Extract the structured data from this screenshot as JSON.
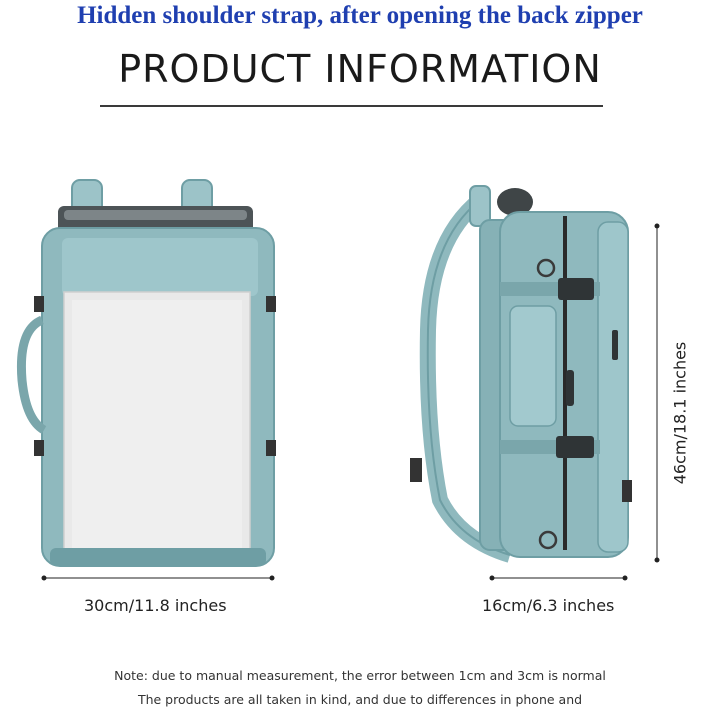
{
  "header": {
    "banner_text": "Hidden shoulder strap, after opening the back zipper",
    "title": "PRODUCT INFORMATION"
  },
  "dimensions": {
    "width_label": "30cm/11.8 inches",
    "depth_label": "16cm/6.3 inches",
    "height_label": "46cm/18.1 inches"
  },
  "notes": {
    "line1": "Note: due to manual measurement, the error between 1cm and 3cm is normal",
    "line2": "The products are all taken in kind, and due to differences in phone and"
  },
  "colors": {
    "banner": "#1f3fb0",
    "bag": "#8fb9be",
    "bag_dark": "#6e9ea4",
    "panel": "#e9e9e9"
  },
  "icons": [
    "front-backpack-illustration",
    "side-backpack-illustration"
  ]
}
